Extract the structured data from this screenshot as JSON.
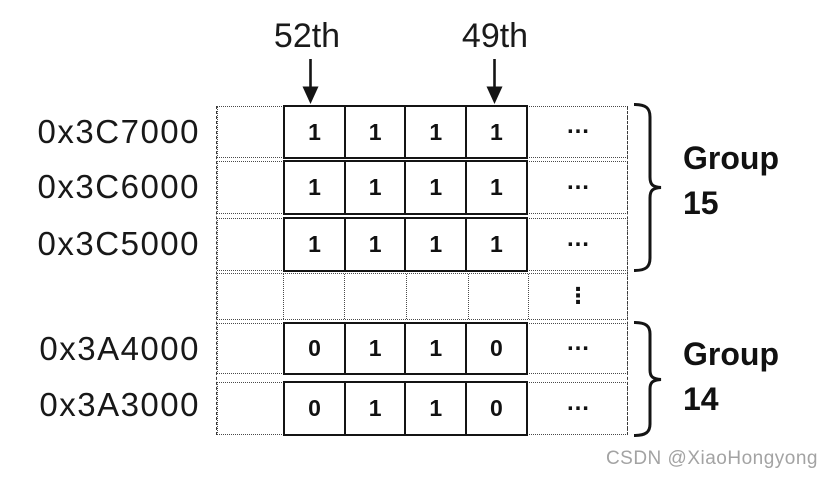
{
  "figure": {
    "pointers": [
      {
        "label": "52th"
      },
      {
        "label": "49th"
      }
    ],
    "rows": [
      {
        "address": "0x3C7000",
        "bits": [
          "1",
          "1",
          "1",
          "1"
        ],
        "more": "…"
      },
      {
        "address": "0x3C6000",
        "bits": [
          "1",
          "1",
          "1",
          "1"
        ],
        "more": "…"
      },
      {
        "address": "0x3C5000",
        "bits": [
          "1",
          "1",
          "1",
          "1"
        ],
        "more": "…"
      },
      {
        "address": "",
        "bits": [],
        "more": "⋮"
      },
      {
        "address": "0x3A4000",
        "bits": [
          "0",
          "1",
          "1",
          "0"
        ],
        "more": "…"
      },
      {
        "address": "0x3A3000",
        "bits": [
          "0",
          "1",
          "1",
          "0"
        ],
        "more": "…"
      }
    ],
    "groups": [
      {
        "name": "Group",
        "number": "15"
      },
      {
        "name": "Group",
        "number": "14"
      }
    ]
  },
  "watermark": {
    "text": "CSDN @XiaoHongyong"
  },
  "colors": {
    "ink": "#1a1a1a",
    "cell_border": "#141414",
    "dotted_line": "#4a4a4a",
    "watermark": "#a3a3a3",
    "background": "#ffffff"
  }
}
